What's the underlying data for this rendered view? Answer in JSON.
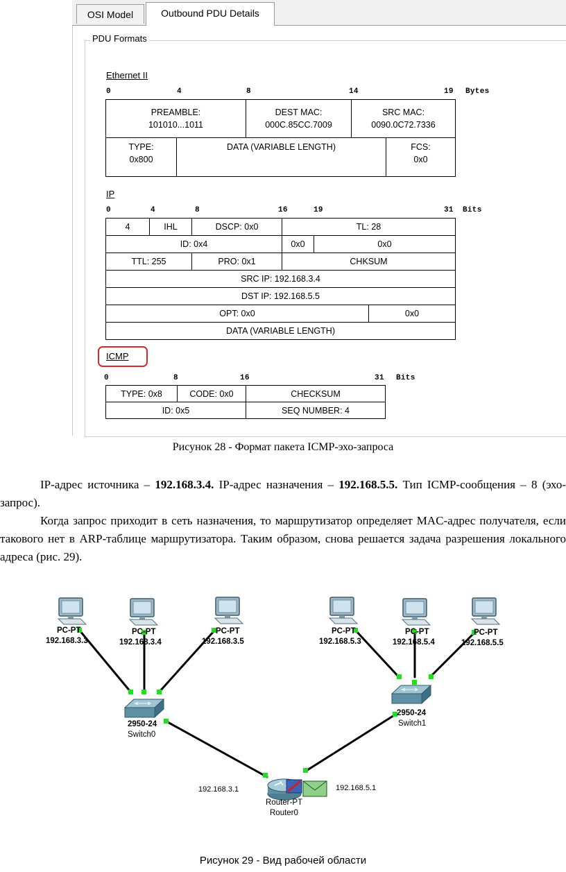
{
  "tabs": [
    {
      "label": "OSI Model"
    },
    {
      "label": "Outbound PDU Details"
    }
  ],
  "pdu_formats_label": "PDU Formats",
  "ethernet": {
    "title": "Ethernet II",
    "ruler": {
      "t0": "0",
      "t1": "4",
      "t2": "8",
      "t3": "14",
      "t4": "19",
      "unit": "Bytes"
    },
    "preamble": {
      "name": "PREAMBLE:",
      "value": "101010...1011"
    },
    "dest_mac": {
      "name": "DEST MAC:",
      "value": "000C.85CC.7009"
    },
    "src_mac": {
      "name": "SRC MAC:",
      "value": "0090.0C72.7336"
    },
    "type": {
      "name": "TYPE:",
      "value": "0x800"
    },
    "data": "DATA (VARIABLE LENGTH)",
    "fcs": {
      "name": "FCS:",
      "value": "0x0"
    }
  },
  "ip": {
    "title": "IP",
    "ruler": {
      "t0": "0",
      "t1": "4",
      "t2": "8",
      "t3": "16",
      "t4": "19",
      "t5": "31",
      "unit": "Bits"
    },
    "version": "4",
    "ihl": "IHL",
    "dscp": "DSCP: 0x0",
    "tl": "TL: 28",
    "id": "ID: 0x4",
    "flags": "0x0",
    "frag": "0x0",
    "ttl": "TTL: 255",
    "pro": "PRO: 0x1",
    "chksum": "CHKSUM",
    "src_ip": "SRC IP: 192.168.3.4",
    "dst_ip": "DST IP: 192.168.5.5",
    "opt": "OPT: 0x0",
    "opt_pad": "0x0",
    "data": "DATA (VARIABLE LENGTH)"
  },
  "icmp": {
    "title": "ICMP",
    "ruler": {
      "t0": "0",
      "t1": "8",
      "t2": "16",
      "t3": "31",
      "unit": "Bits"
    },
    "type": "TYPE: 0x8",
    "code": "CODE: 0x0",
    "checksum": "CHECKSUM",
    "id": "ID: 0x5",
    "seq": "SEQ NUMBER: 4"
  },
  "caption28": "Рисунок 28 - Формат пакета ICMP-эхо-запроса",
  "para1": {
    "t1": "IP-адрес источника – ",
    "b1": "192.168.3.4.",
    "t2": " IP-адрес назначения – ",
    "b2": "192.168.5.5.",
    "t3": " Тип ICMP-сообщения – 8 (эхо-запрос)."
  },
  "para2": "Когда запрос приходит в сеть назначения, то маршрутизатор определяет MAC-адрес получателя, если такового нет в ARP-таблице маршрутизатора. Таким образом, снова решается задача разрешения локального адреса (рис. 29).",
  "topology": {
    "pcs": [
      {
        "type": "PC-PT",
        "ip": "192.168.3.3"
      },
      {
        "type": "PC-PT",
        "ip": "192.168.3.4"
      },
      {
        "type": "PC-PT",
        "ip": "192.168.3.5"
      },
      {
        "type": "PC-PT",
        "ip": "192.168.5.3"
      },
      {
        "type": "PC-PT",
        "ip": "192.168.5.4"
      },
      {
        "type": "PC-PT",
        "ip": "192.168.5.5"
      }
    ],
    "switches": [
      {
        "model": "2950-24",
        "name": "Switch0"
      },
      {
        "model": "2950-24",
        "name": "Switch1"
      }
    ],
    "router": {
      "model": "Router-PT",
      "name": "Router0"
    },
    "router_ip_left": "192.168.3.1",
    "router_ip_right": "192.168.5.1",
    "link_color": "#000000",
    "port_color": "#22dd22"
  },
  "caption29": "Рисунок 29 - Вид рабочей области"
}
